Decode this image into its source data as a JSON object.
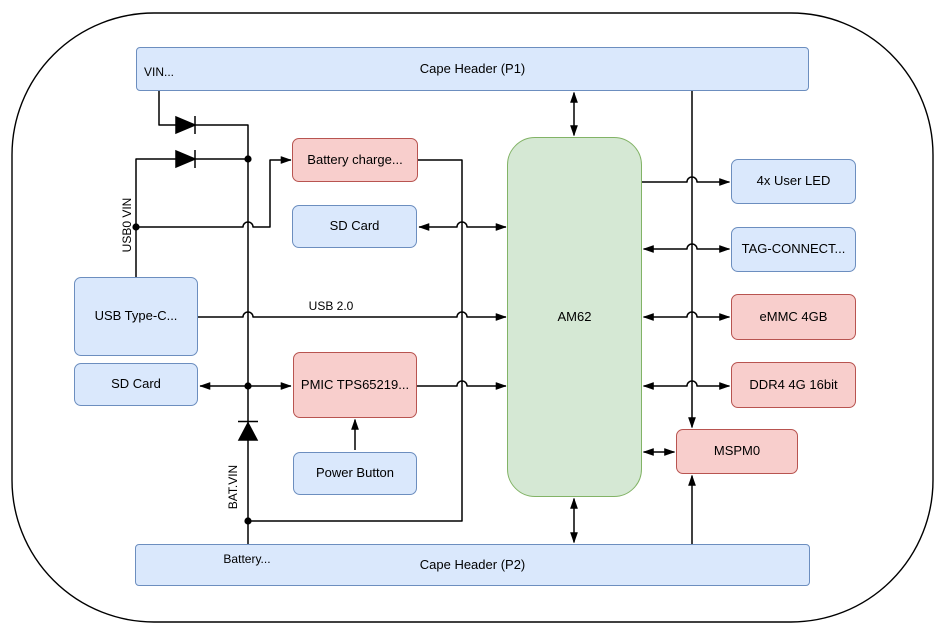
{
  "diagram": {
    "type": "hardware-block-diagram",
    "nodes": {
      "cape_header_p1": {
        "label": "Cape Header (P1)",
        "color": "#dae8fc"
      },
      "battery_charger": {
        "label": "Battery charge...",
        "color": "#f8cecc"
      },
      "sd_card_mid": {
        "label": "SD Card",
        "color": "#dae8fc"
      },
      "usb_type_c": {
        "label": "USB Type-C...",
        "color": "#dae8fc"
      },
      "sd_card_left": {
        "label": "SD Card",
        "color": "#dae8fc"
      },
      "pmic": {
        "label": "PMIC TPS65219...",
        "color": "#f8cecc"
      },
      "power_button": {
        "label": "Power Button",
        "color": "#dae8fc"
      },
      "am62": {
        "label": "AM62",
        "color": "#d5e8d4"
      },
      "user_led": {
        "label": "4x User LED",
        "color": "#dae8fc"
      },
      "tag_connect": {
        "label": "TAG-CONNECT...",
        "color": "#dae8fc"
      },
      "emmc": {
        "label": "eMMC 4GB",
        "color": "#f8cecc"
      },
      "ddr4": {
        "label": "DDR4 4G 16bit",
        "color": "#f8cecc"
      },
      "mspm0": {
        "label": "MSPM0",
        "color": "#f8cecc"
      },
      "cape_header_p2": {
        "label": "Cape Header (P2)",
        "color": "#dae8fc"
      }
    },
    "edge_labels": {
      "vin": "VIN...",
      "usb0_vin": "USB0 VIN",
      "usb_2_0": "USB 2.0",
      "bat_vin": "BAT.VIN",
      "battery": "Battery..."
    },
    "colors": {
      "blue_fill": "#dae8fc",
      "blue_stroke": "#6c8ebf",
      "red_fill": "#f8cecc",
      "red_stroke": "#b85450",
      "green_fill": "#d5e8d4",
      "green_stroke": "#82b366",
      "wire": "#000000",
      "background": "#ffffff"
    }
  }
}
